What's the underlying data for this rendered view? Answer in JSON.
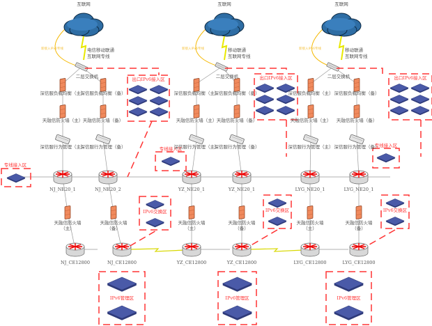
{
  "colors": {
    "zone": "#ff3333",
    "device": "#4a5aa8",
    "cloud": "#2e6da4",
    "firewall": "#f08a5d",
    "arc": "#f5b800",
    "lightning": "#ffee00"
  },
  "left_leased_zone_label": "专线接入区",
  "sites": [
    {
      "cloud_label": "互联网",
      "link_label": [
        "电信移动联通",
        "互联网专线"
      ],
      "arc_label": "新接入IPv6专线",
      "switch_label": "二层交换机",
      "lb": [
        "深信服负载均衡（主）",
        "深信服负载均衡（备）"
      ],
      "fw1": [
        "天融信防火墙（主）",
        "天融信防火墙（备）"
      ],
      "bm": [
        "深信服行为管理（主）",
        "深信服行为管理（备）"
      ],
      "ne": [
        "NJ_NE20_1",
        "NJ_NE20_2"
      ],
      "fw2": [
        [
          "天融信防火墙",
          "（主）"
        ],
        [
          "天融信防火墙",
          "（备）"
        ]
      ],
      "ce": [
        "NJ_CE12800",
        "NJ_CE12800"
      ],
      "export_zone": "出口IPv6接入区",
      "leased_zone": "专线接入区",
      "exchange_zone": "IPv6交换区",
      "mgmt_zone": "IPv6管理区"
    },
    {
      "cloud_label": "互联网",
      "link_label": [
        "移动联通",
        "互联网专线"
      ],
      "arc_label": "新接入IPv6专线",
      "switch_label": "二层交换机",
      "lb": [
        "深信服负载均衡（主）",
        "深信服负载均衡（备）"
      ],
      "fw1": [
        "天融信防火墙（主）",
        "天融信防火墙（备）"
      ],
      "bm": [
        "深信服行为管理（主）",
        "深信服行为管理（备）"
      ],
      "ne": [
        "YZ_NE20_1",
        "YZ_NE20_1"
      ],
      "fw2": [
        [
          "天融信防火墙",
          "（主）"
        ],
        [
          "天融信防火墙",
          "（备）"
        ]
      ],
      "ce": [
        "YZ_CE12800",
        "YZ_CE12800"
      ],
      "export_zone": "出口IPv6接入区",
      "leased_zone": "专线接入区",
      "exchange_zone": "IPv6交换区",
      "mgmt_zone": "IPv6管理区"
    },
    {
      "cloud_label": "互联网",
      "link_label": [
        "移动联通",
        "互联网专线"
      ],
      "arc_label": "新接入IPv6专线",
      "switch_label": "二层交换机",
      "lb": [
        "深信服负载均衡（主）",
        "深信服负载均衡（备）"
      ],
      "fw1": [
        "天融信防火墙（主）",
        "天融信防火墙（备）"
      ],
      "bm": [
        "深信服行为管理（主）",
        "深信服行为管理（备）"
      ],
      "ne": [
        "LYG_NE20_1",
        "LYG_NE20_1"
      ],
      "fw2": [
        [
          "天融信防火墙",
          "（主）"
        ],
        [
          "天融信防火墙",
          "（备）"
        ]
      ],
      "ce": [
        "LYG_CE12800",
        "LYG_CE12800"
      ],
      "export_zone": "出口IPv6接入区",
      "leased_zone": "专线接入区",
      "exchange_zone": "IPv6交换区",
      "mgmt_zone": "IPv6管理区"
    }
  ]
}
